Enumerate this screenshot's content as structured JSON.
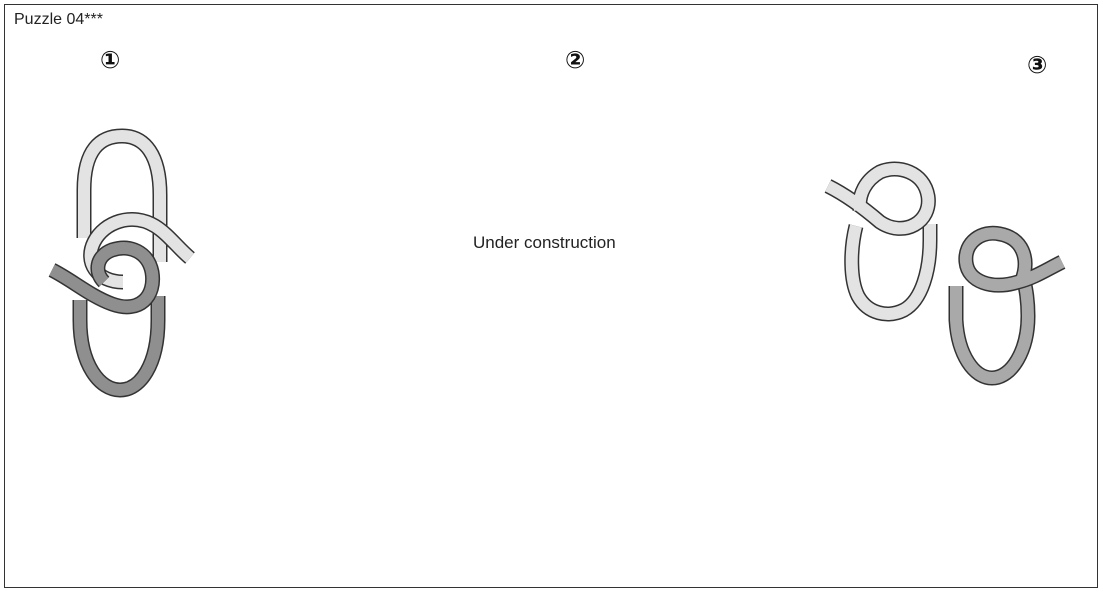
{
  "title": "Puzzle 04***",
  "steps": [
    "①",
    "②",
    "③"
  ],
  "message": "Under construction",
  "colors": {
    "light_ring": "#e3e3e3",
    "dark_ring": "#8f8f8f",
    "mid_ring": "#a9a9a9",
    "outline": "#333333"
  }
}
